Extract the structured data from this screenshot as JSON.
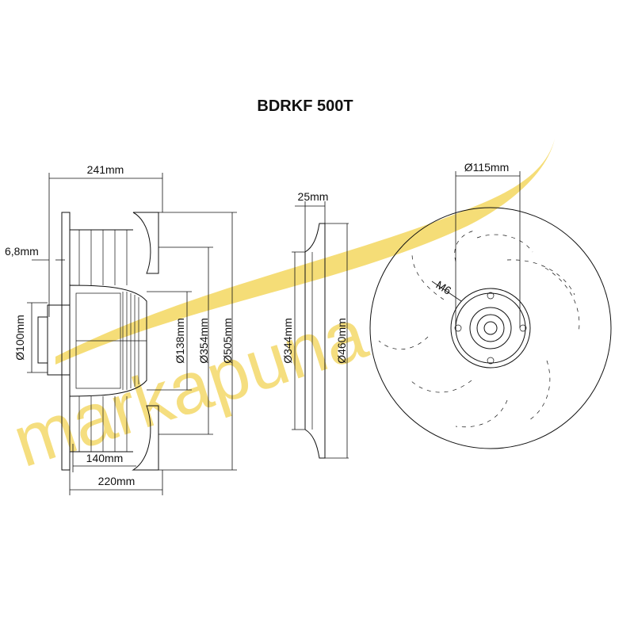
{
  "title": "BDRKF 500T",
  "watermark": "markapuna",
  "dimensions": {
    "overall_depth": "241mm",
    "hub_offset": "6,8mm",
    "hub_diameter": "Ø100mm",
    "inlet_diameter_small": "Ø138mm",
    "wheel_inner_diameter": "Ø354mm",
    "wheel_outer_diameter": "Ø505mm",
    "blade_width_front": "140mm",
    "blade_width_total": "220mm",
    "inlet_ring_depth": "25mm",
    "inlet_ring_inner": "Ø344mm",
    "inlet_ring_outer": "Ø460mm",
    "bolt_circle": "Ø115mm",
    "thread": "M6"
  },
  "colors": {
    "line": "#111111",
    "watermark": "#f2d455",
    "background": "#ffffff"
  }
}
